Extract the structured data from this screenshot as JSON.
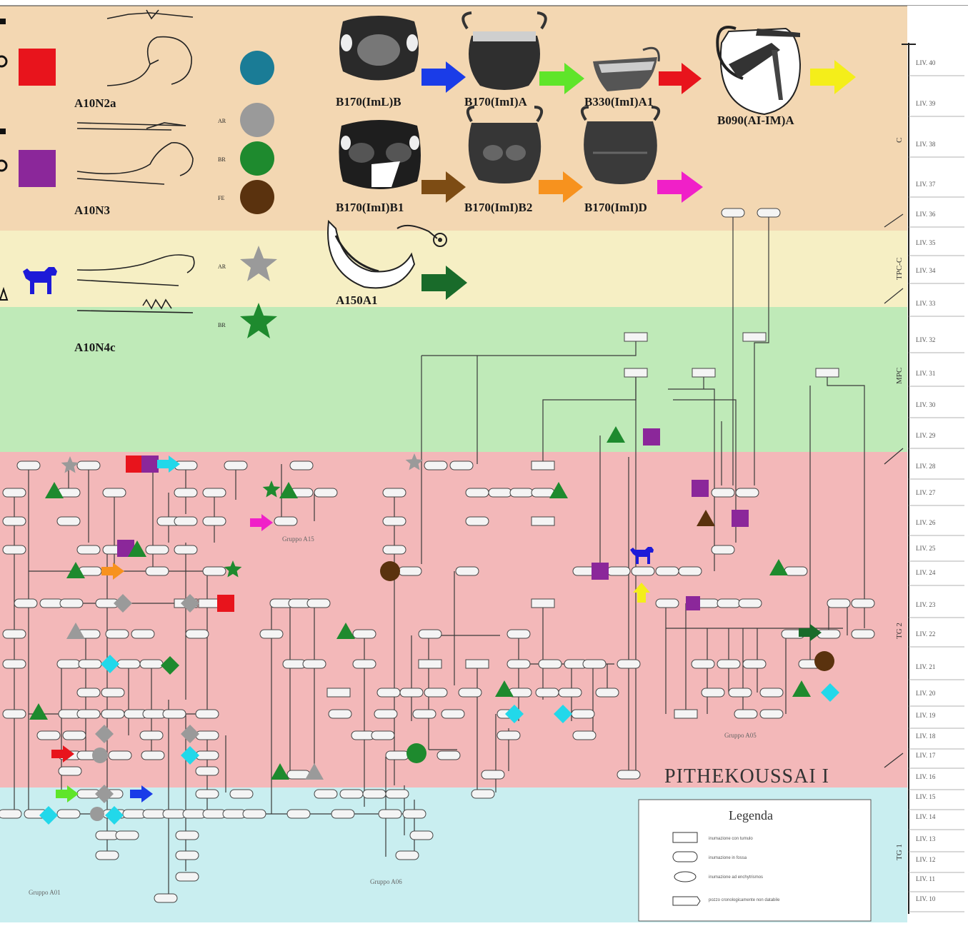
{
  "bands": [
    {
      "name": "C",
      "color": "#f3d7b2"
    },
    {
      "name": "TPC-C",
      "color": "#f6efc4"
    },
    {
      "name": "MPC",
      "color": "#bfeab8"
    },
    {
      "name": "TG 2",
      "color": "#f3b8b9"
    },
    {
      "name": "TG 1",
      "color": "#c9eef0"
    }
  ],
  "periods": {
    "c": "C",
    "tpc": "TPC-C",
    "mpc": "MPC",
    "tg2": "TG 2",
    "tg1": "TG 1"
  },
  "levels": [
    "LIV. 40",
    "LIV. 39",
    "LIV. 38",
    "LIV. 37",
    "LIV. 36",
    "LIV. 35",
    "LIV. 34",
    "LIV. 33",
    "LIV. 32",
    "LIV. 31",
    "LIV. 30",
    "LIV. 29",
    "LIV. 28",
    "LIV. 27",
    "LIV. 26",
    "LIV. 25",
    "LIV. 24",
    "LIV. 23",
    "LIV. 22",
    "LIV. 21",
    "LIV. 20",
    "LIV. 19",
    "LIV. 18",
    "LIV. 17",
    "LIV. 16",
    "LIV. 15",
    "LIV. 14",
    "LIV. 13",
    "LIV. 12",
    "LIV. 11",
    "LIV. 10"
  ],
  "types": {
    "a10n2a": "A10N2a",
    "a10n3": "A10N3",
    "a10n4c": "A10N4c",
    "a150a1": "A150A1",
    "b170imlb": "B170(ImL)B",
    "b170imia": "B170(ImI)A",
    "b330imia1": "B330(ImI)A1",
    "b090": "B090(AI-IM)A",
    "b170imib1": "B170(ImI)B1",
    "b170imib2": "B170(ImI)B2",
    "b170imid": "B170(ImI)D"
  },
  "metal_codes": {
    "ar": "AR",
    "br": "BR",
    "fe": "FE",
    "ar2": "AR",
    "br2": "BR"
  },
  "groups": {
    "g1": "Gruppo A15",
    "g2": "Gruppo A05",
    "g3": "Gruppo A01",
    "g4": "Gruppo A06"
  },
  "site_title": "PITHEKOUSSAI I",
  "legend": {
    "title": "Legenda",
    "items": [
      "inumazione con tumulo",
      "inumazione in fossa",
      "inumazione ad enchytrismos",
      "pozzo cronologicamente non databile"
    ]
  },
  "colors": {
    "red": "#e8141c",
    "purple": "#8b279a",
    "teal": "#1a7c96",
    "grey": "#9a9a9a",
    "green": "#1e8a2e",
    "brown": "#5a320e",
    "blue": "#1a3ce8",
    "lime": "#5fe52a",
    "yellow": "#f4ee1a",
    "orange": "#f7921e",
    "magenta": "#f020c8",
    "darkgreen": "#196b2a",
    "cyan": "#22d8ea",
    "dog": "#1d1ad8"
  }
}
